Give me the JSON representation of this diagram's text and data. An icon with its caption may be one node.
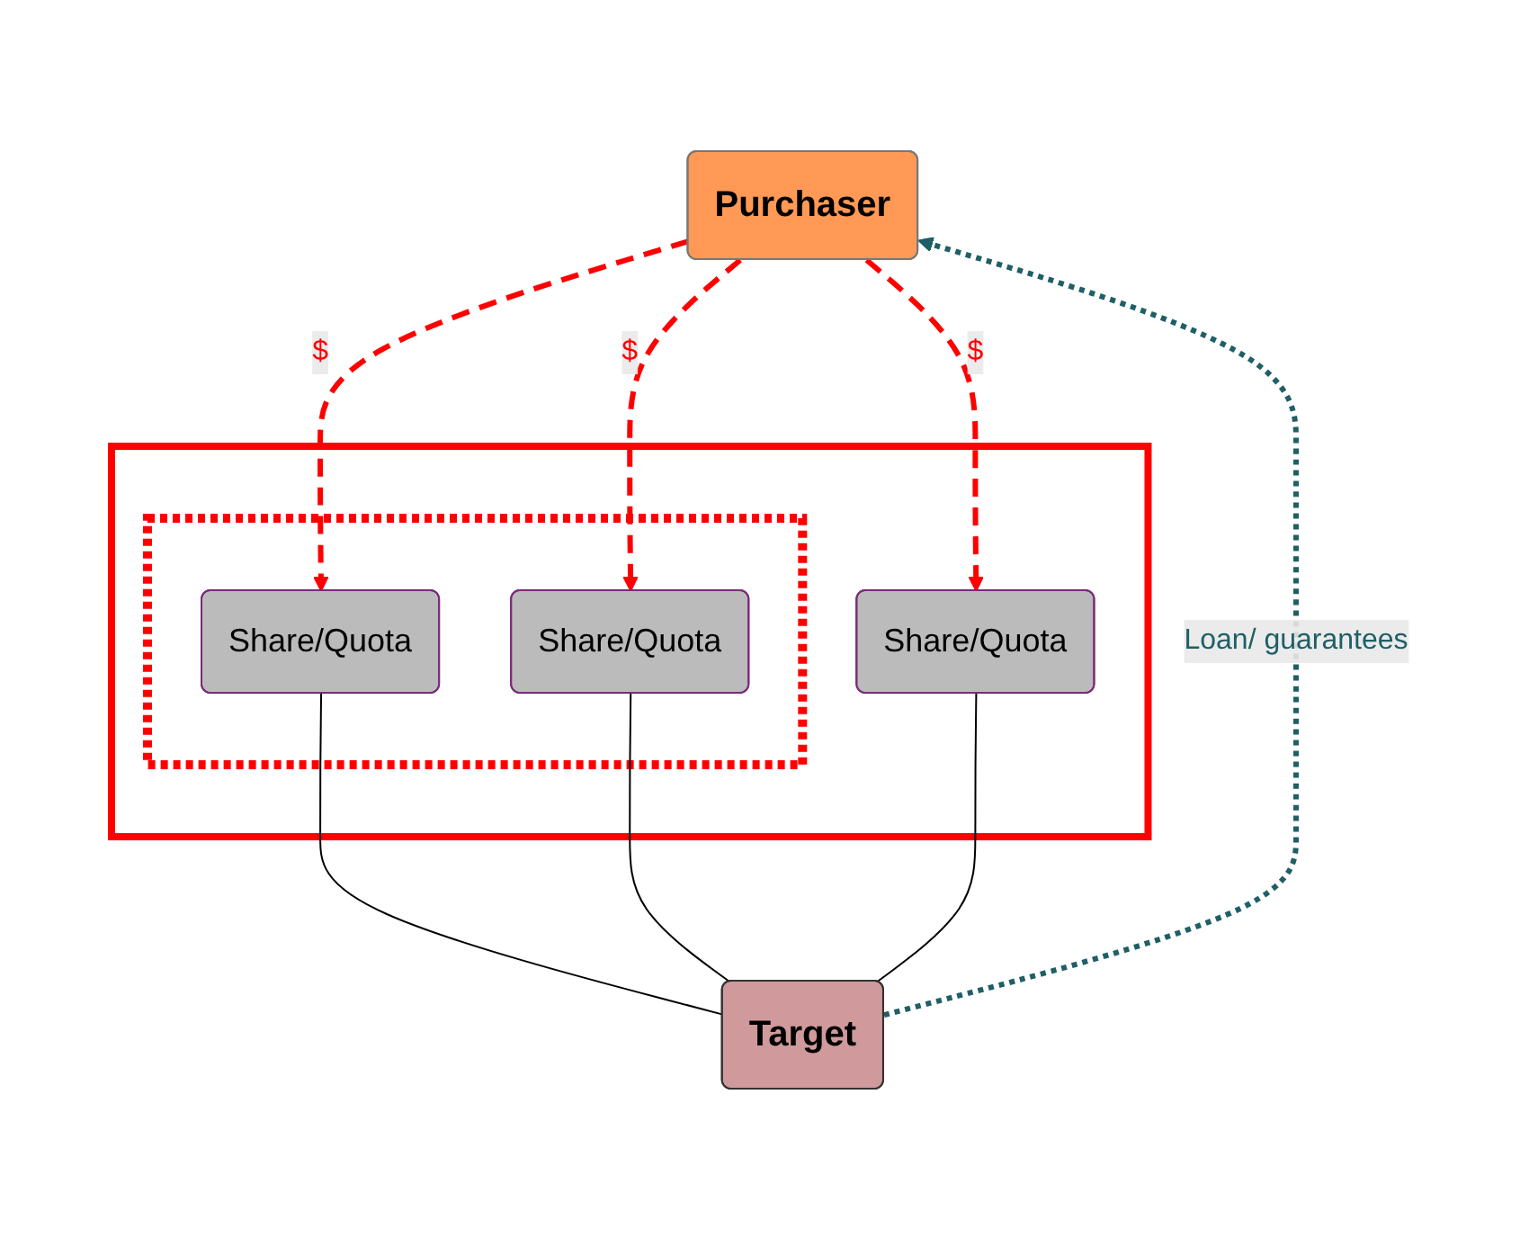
{
  "diagram": {
    "nodes": [
      {
        "text": [
          "Purchaser"
        ]
      },
      {
        "text": [],
        "shape": "box"
      },
      {
        "text": [],
        "shape": "box",
        "in": 1
      },
      {
        "text": [
          "Share/Quota"
        ],
        "in": 2
      },
      {
        "text": [
          "Share/Quota"
        ],
        "in": 2
      },
      {
        "text": [
          "Share/Quota"
        ],
        "in": 1
      },
      {
        "text": [
          "Target"
        ]
      }
    ],
    "edges": [
      {
        "from": 0,
        "to": 3,
        "arrow": "to",
        "label": "$",
        "style": "dashed",
        "color": "#ff0000"
      },
      {
        "from": 0,
        "to": 4,
        "arrow": "to",
        "label": "$",
        "style": "dashed",
        "color": "#ff0000"
      },
      {
        "from": 0,
        "to": 5,
        "arrow": "to",
        "label": "$",
        "style": "dashed",
        "color": "#ff0000"
      },
      {
        "from": 3,
        "to": 6,
        "arrow": "none",
        "color": "#000000"
      },
      {
        "from": 4,
        "to": 6,
        "arrow": "none",
        "color": "#000000"
      },
      {
        "from": 5,
        "to": 6,
        "arrow": "none",
        "color": "#000000"
      },
      {
        "from": 6,
        "to": 0,
        "arrow": "to",
        "label": "Loan/ guarantees",
        "style": "dashed",
        "color": "#1f5f66"
      }
    ]
  }
}
